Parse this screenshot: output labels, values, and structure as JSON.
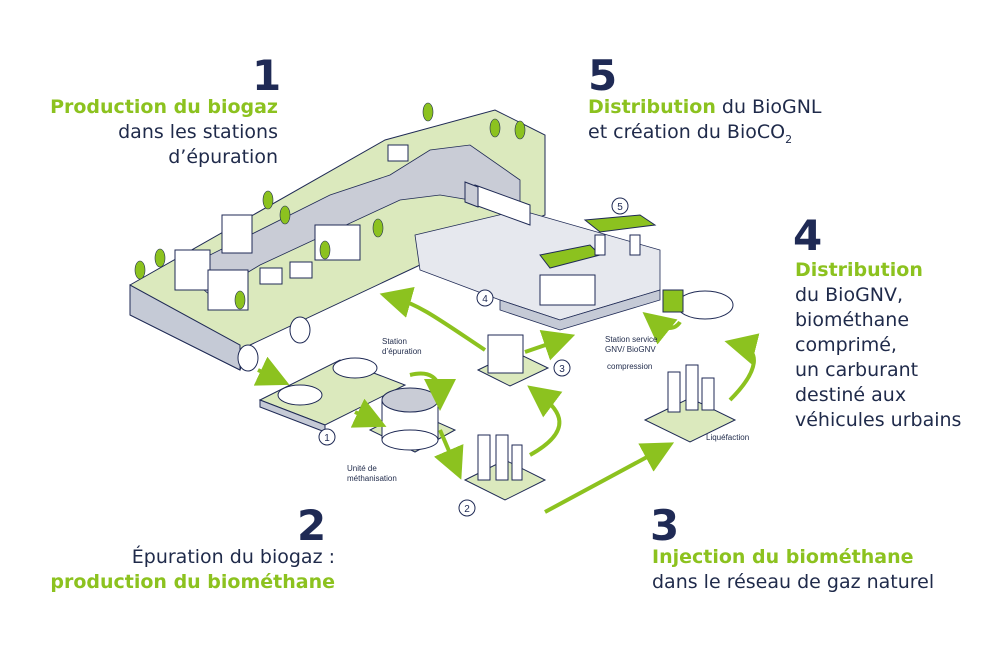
{
  "steps": {
    "s1": {
      "number": "1",
      "highlight": "Production du biogaz",
      "line2": "dans les stations",
      "line3": "d’épuration"
    },
    "s2": {
      "number": "2",
      "line1": "Épuration du biogaz :",
      "highlight": "production du biométhane"
    },
    "s3": {
      "number": "3",
      "highlight": "Injection du biométhane",
      "line2": "dans le réseau de gaz naturel"
    },
    "s4": {
      "number": "4",
      "highlight": "Distribution",
      "line2": "du BioGNV,",
      "line3": "biométhane",
      "line4": "comprimé,",
      "line5": "un carburant",
      "line6": "destiné aux",
      "line7": "véhicules urbains"
    },
    "s5": {
      "number": "5",
      "highlight": "Distribution",
      "line1_rest": " du BioGNL",
      "line2": "et création du BioCO",
      "line2_sub": "2"
    }
  },
  "labels": {
    "station_epuration": "Station d’épuration",
    "unite_methanisation": "Unité de méthanisation",
    "station_service": "Station service GNV/ BioGNV",
    "compression": "compression",
    "liquefaction": "Liquéfaction"
  },
  "markers": [
    "1",
    "2",
    "3",
    "4",
    "5"
  ],
  "colors": {
    "accent": "#8cc21f",
    "navy": "#1f2a55",
    "ground": "#d7e8b5",
    "road": "#c9ccd6"
  }
}
